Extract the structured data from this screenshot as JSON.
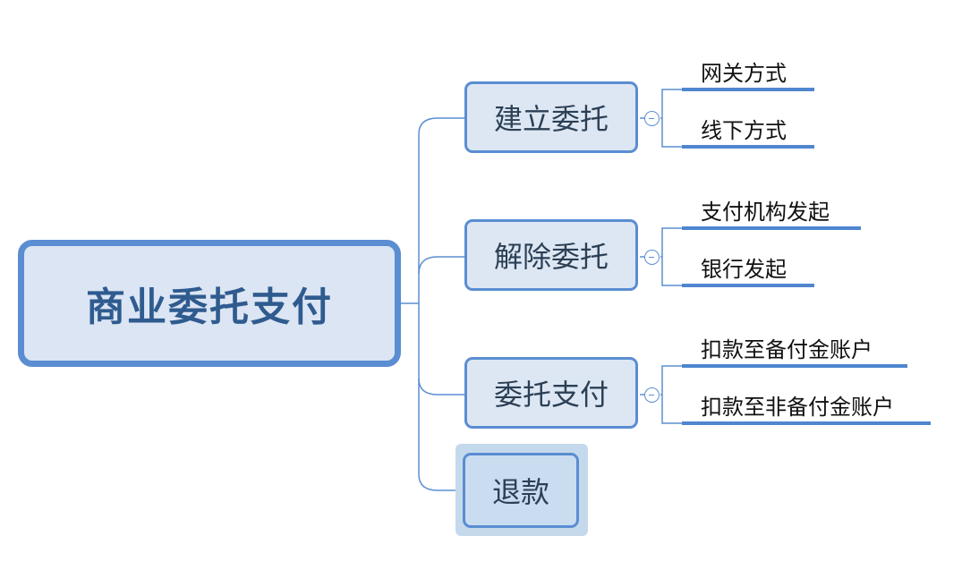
{
  "root": {
    "label": "商业委托支付"
  },
  "branches": [
    {
      "label": "建立委托",
      "children": [
        "网关方式",
        "线下方式"
      ]
    },
    {
      "label": "解除委托",
      "children": [
        "支付机构发起",
        "银行发起"
      ]
    },
    {
      "label": "委托支付",
      "children": [
        "扣款至备付金账户",
        "扣款至非备付金账户"
      ]
    },
    {
      "label": "退款",
      "children": [],
      "selected": true
    }
  ],
  "colors": {
    "node_fill": "#dde7f3",
    "node_border": "#5a8dd2",
    "root_text": "#2f5b8f",
    "connector": "#5b8fd0",
    "selection": "#c5d9ec"
  }
}
